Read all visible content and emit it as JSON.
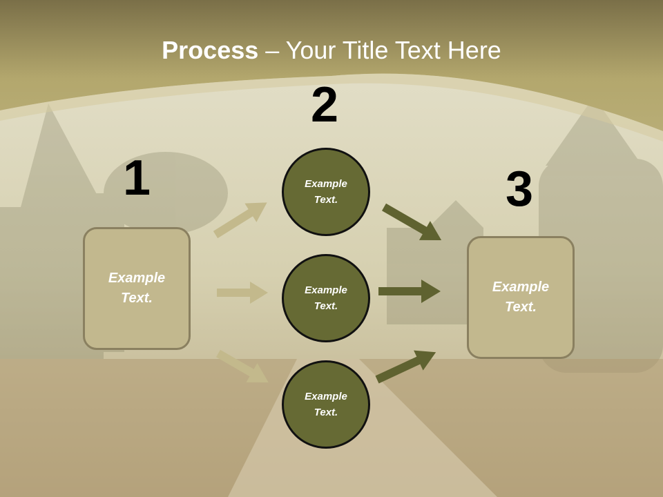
{
  "slide": {
    "title_bold": "Process",
    "title_rest": " – Your Title Text Here"
  },
  "steps": {
    "n1": "1",
    "n2": "2",
    "n3": "3"
  },
  "boxes": {
    "left": "Example Text.",
    "right": "Example Text."
  },
  "circles": {
    "top": "Example Text.",
    "middle": "Example Text.",
    "bottom": "Example Text."
  },
  "colors": {
    "header_band": "#b3a76d",
    "box_fill": "#c2b88e",
    "circle_fill": "#666a34",
    "light_arrow": "#c3b98c",
    "dark_arrow": "#5f6230"
  }
}
